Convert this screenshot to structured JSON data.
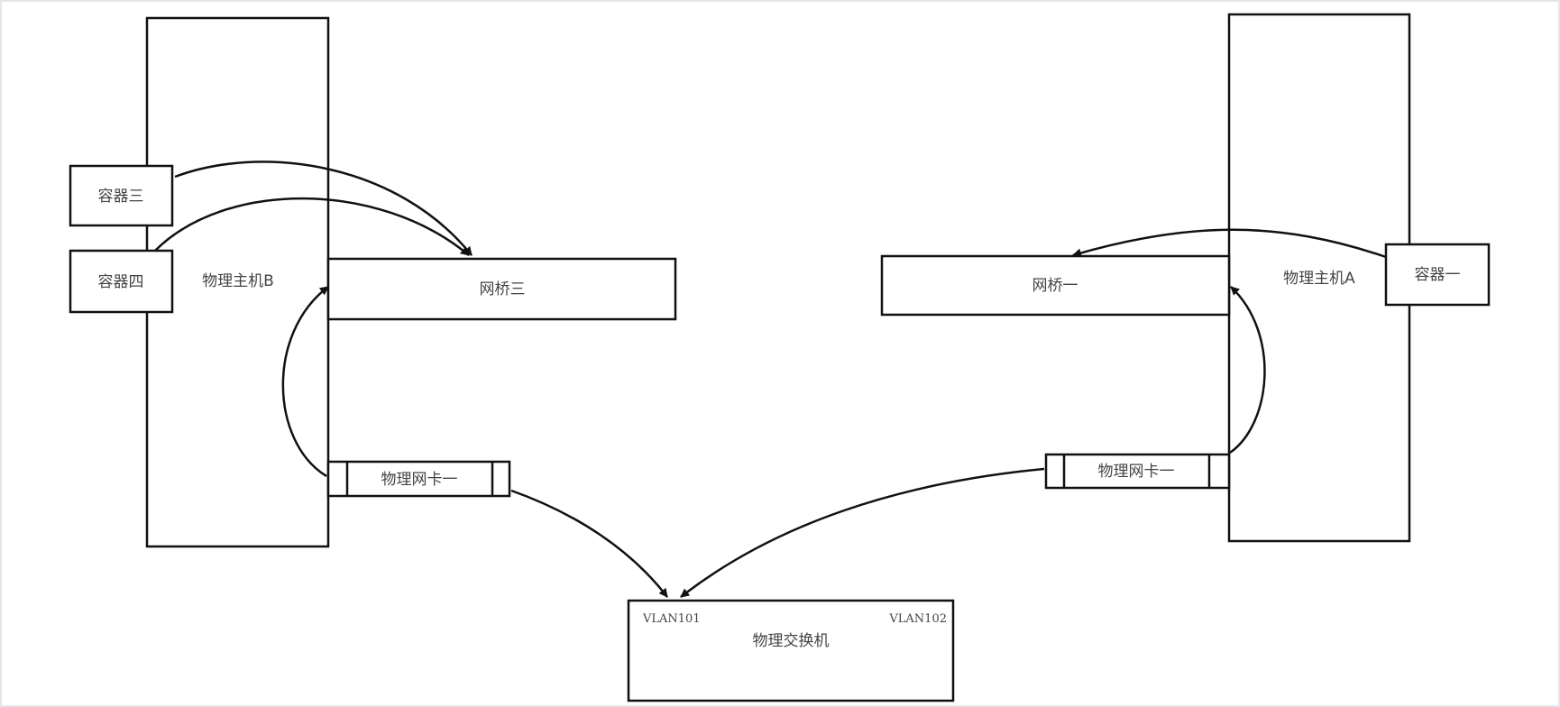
{
  "diagram": {
    "host_b": {
      "label": "物理主机B"
    },
    "host_a": {
      "label": "物理主机A"
    },
    "container_3": {
      "label": "容器三"
    },
    "container_4": {
      "label": "容器四"
    },
    "container_1": {
      "label": "容器一"
    },
    "bridge_3": {
      "label": "网桥三"
    },
    "bridge_1": {
      "label": "网桥一"
    },
    "nic_b": {
      "label": "物理网卡一"
    },
    "nic_a": {
      "label": "物理网卡一"
    },
    "switch": {
      "label": "物理交换机",
      "vlan_left": "VLAN101",
      "vlan_right": "VLAN102"
    }
  }
}
